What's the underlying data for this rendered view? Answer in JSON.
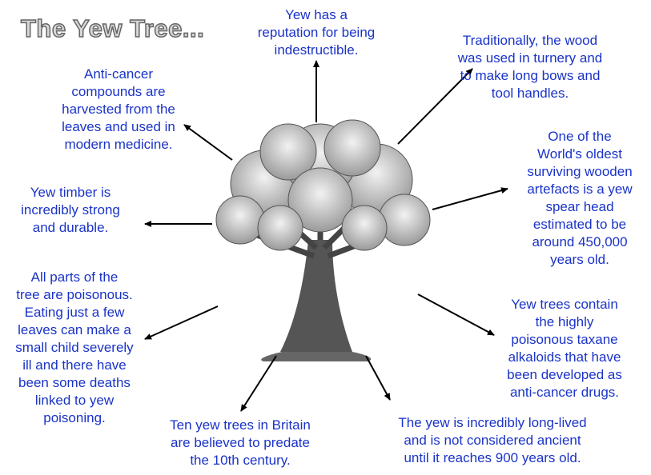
{
  "title": "The Yew Tree...",
  "facts": {
    "indestructible": "Yew has a\nreputation for being\nindestructible.",
    "wood_use": "Traditionally, the wood\nwas used in turnery and\nto make long bows and\ntool handles.",
    "anti_cancer_leaves": "Anti-cancer\ncompounds are\nharvested from the\nleaves and used in\nmodern medicine.",
    "spear_head": "One of the\nWorld's oldest\nsurviving wooden\nartefacts is a yew\nspear head\nestimated to be\naround 450,000\nyears old.",
    "timber": "Yew timber is\nincredibly strong\nand durable.",
    "poisonous": "All parts of the\ntree are poisonous.\nEating just a few\nleaves can make a\nsmall child severely\nill and there have\nbeen some deaths\nlinked to yew\npoisoning.",
    "taxane": "Yew trees contain\nthe highly\npoisonous taxane\nalkaloids that have\nbeen developed as\nanti-cancer drugs.",
    "britain": "Ten yew trees in Britain\nare believed to predate\nthe 10th century.",
    "long_lived": "The yew is incredibly long-lived\nand is not considered ancient\nuntil it reaches 900 years old."
  },
  "colors": {
    "text": "#1a33c8",
    "arrow": "#000000"
  }
}
